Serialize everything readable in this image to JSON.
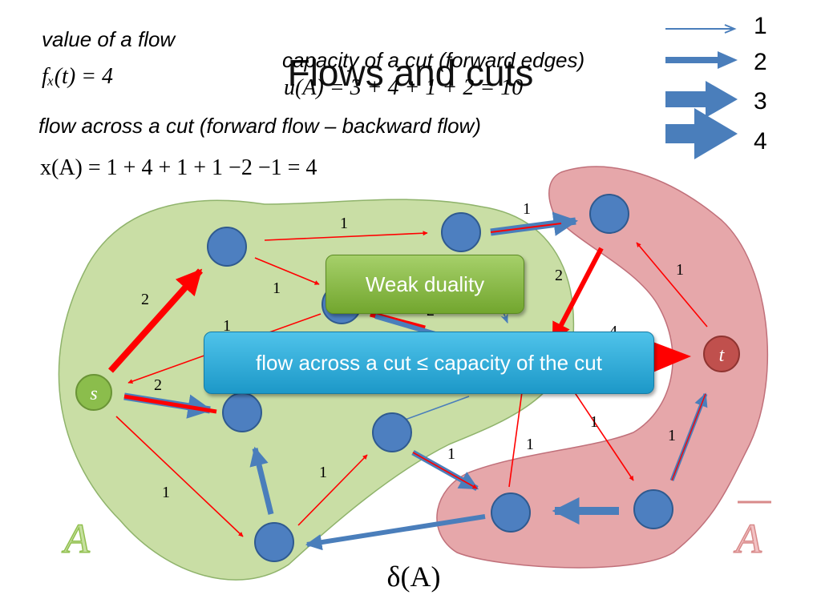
{
  "title": "Flows and cuts",
  "value_of_flow": {
    "label": "value of a flow",
    "equation": "fₓ(t) = 4"
  },
  "capacity_of_cut": {
    "label": "capacity of a cut (forward edges)",
    "equation": "u(A) = 3 + 4 + 1 + 2 = 10"
  },
  "flow_across_cut": {
    "label": "flow across a cut (forward flow – backward flow)",
    "equation": "x(A) = 1 + 4 + 1 + 1 −2  −1 = 4"
  },
  "legend": {
    "items": [
      {
        "label": "1",
        "flow": 1
      },
      {
        "label": "2",
        "flow": 2
      },
      {
        "label": "3",
        "flow": 3
      },
      {
        "label": "4",
        "flow": 4
      }
    ]
  },
  "callouts": {
    "weak_duality": "Weak duality",
    "inequality": "flow across a cut ≤ capacity of the cut"
  },
  "set_labels": {
    "A": "A",
    "A_bar": "A",
    "cut": "δ(A)"
  },
  "node_labels": {
    "s": "s",
    "t": "t"
  },
  "edge_labels": {
    "n1_n2": "1",
    "n2_n3": "1",
    "s_n1": "2",
    "s_n4": "2",
    "n1_mid": "1",
    "back_mid": "1",
    "n6_t": "1",
    "n3_n7": "2",
    "mid_2": "2",
    "mid_4": "4",
    "n5_n8": "1",
    "n9_n8": "1",
    "n9_n7a": "1",
    "n10_t": "1",
    "n6_n5": "1",
    "s_n6": "1"
  },
  "colors": {
    "region_A": "#c9dea5",
    "region_Abar": "#e6a7aa",
    "node": "#4d7fc0",
    "node_s": "#8bbd4c",
    "node_t": "#c0504d",
    "flow_arrow": "#4a7ebb",
    "capacity_arrow": "#ff0000",
    "A_label": "#92c050",
    "Abar_label": "#d88a8a"
  }
}
